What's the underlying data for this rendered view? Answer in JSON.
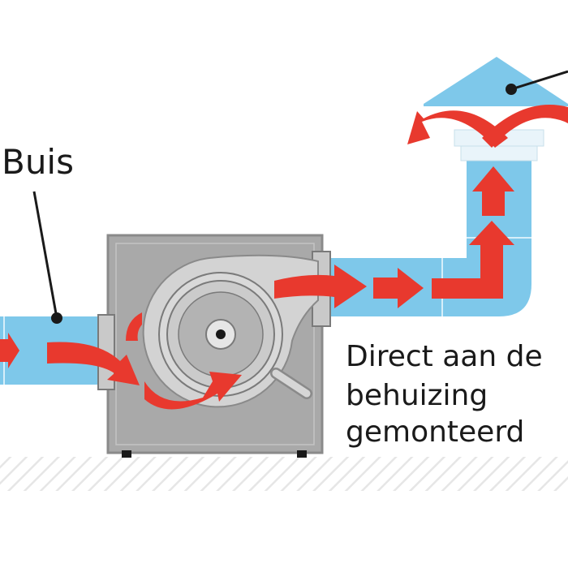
{
  "labels": {
    "pipe": "Buis",
    "mount_line1": "Direct aan de",
    "mount_line2": "behuizing",
    "mount_line3": "gemonteerd"
  },
  "colors": {
    "duct": "#7ec8ea",
    "duct_joint": "#d6eef9",
    "housing": "#a9a9a9",
    "fan": "#cfcfcf",
    "airflow": "#e8392e",
    "text": "#1a1a1a"
  }
}
